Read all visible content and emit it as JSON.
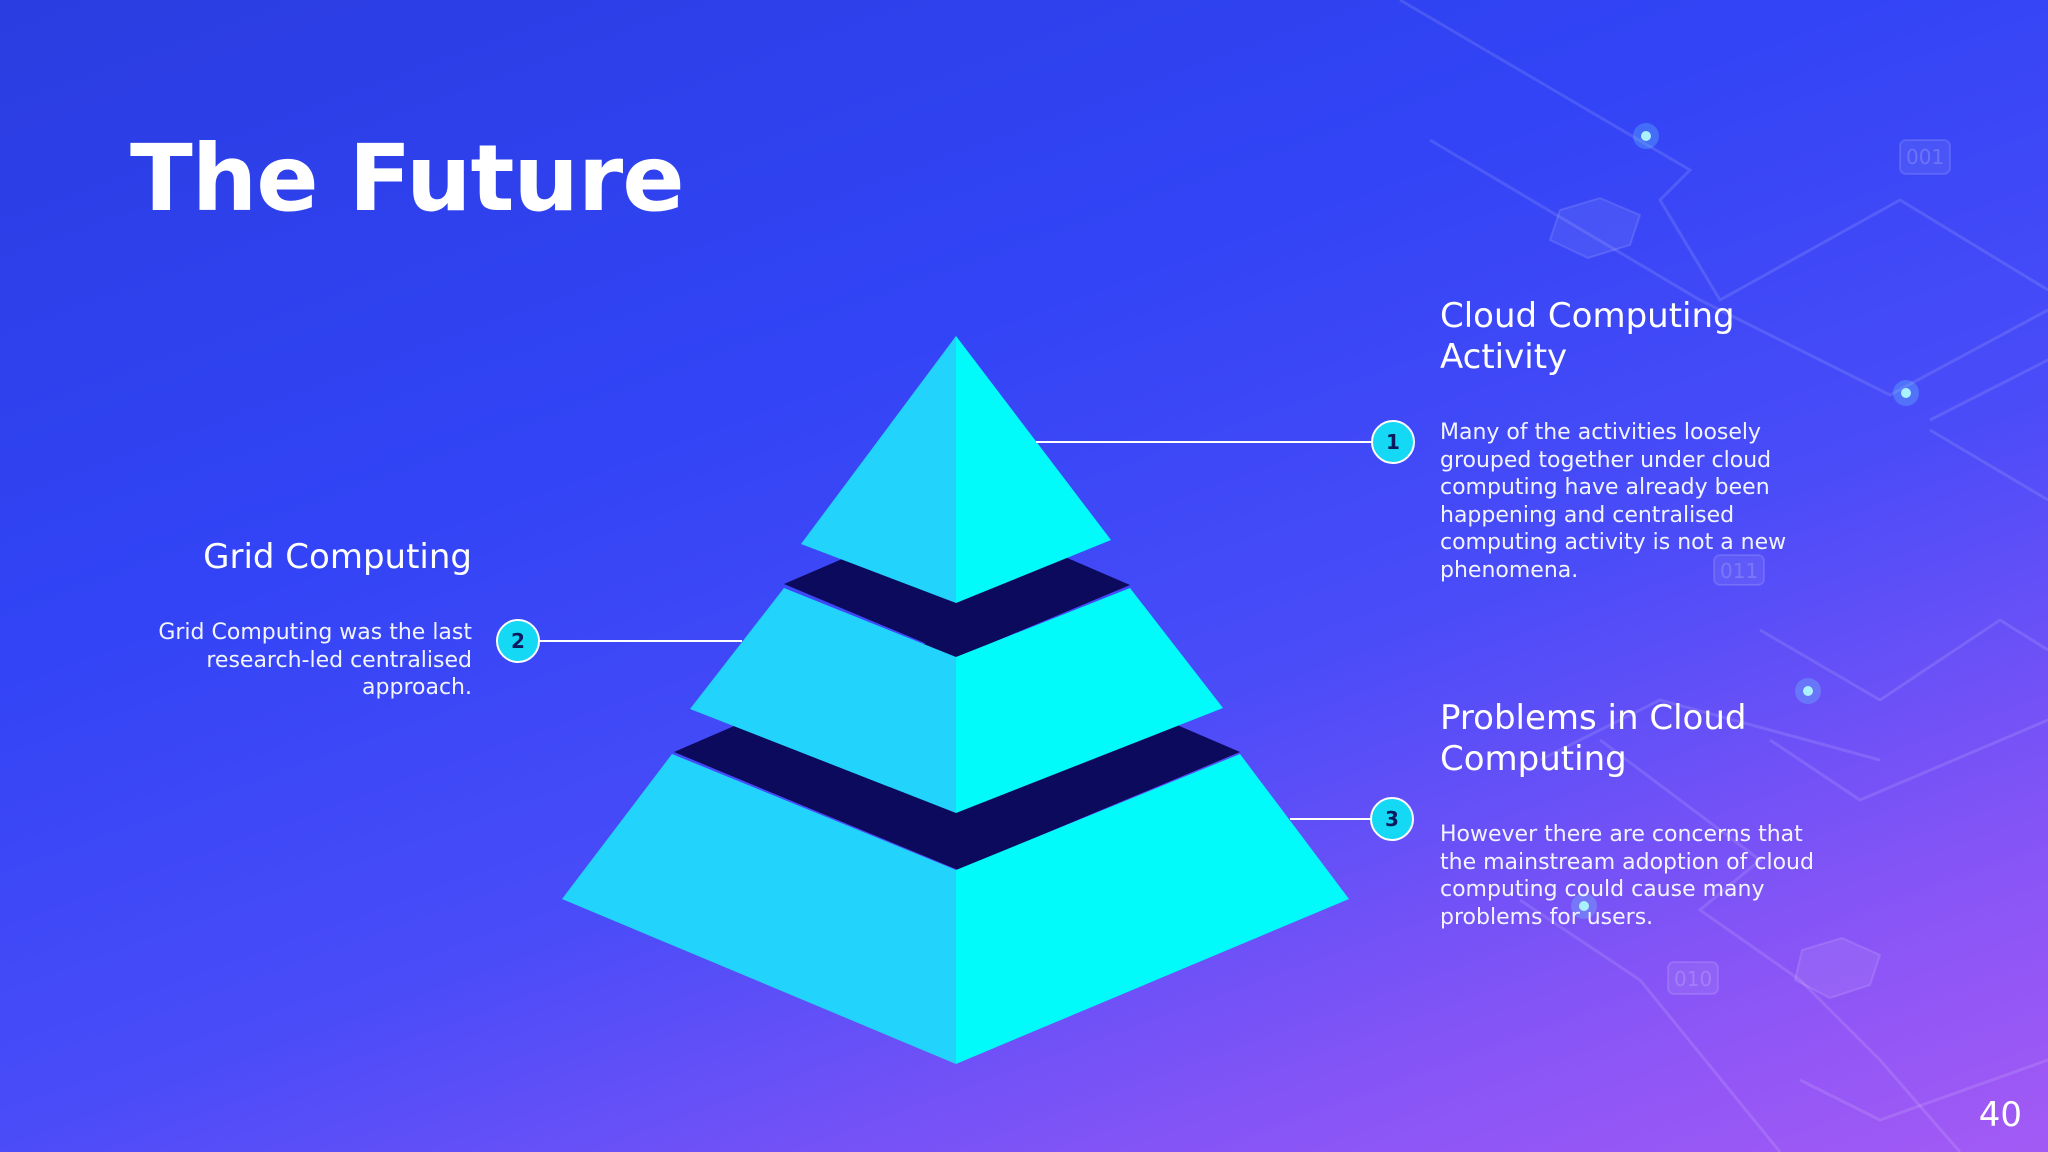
{
  "slide": {
    "title": "The Future",
    "page_number": "40"
  },
  "items": [
    {
      "number": "1",
      "heading_line1": "Cloud Computing",
      "heading_line2": "Activity",
      "body": "Many of the activities loosely grouped together under cloud computing have already been happening and centralised computing activity is not a new phenomena."
    },
    {
      "number": "2",
      "heading": "Grid Computing",
      "body": "Grid Computing was the last research-led centralised approach."
    },
    {
      "number": "3",
      "heading_line1": "Problems in Cloud",
      "heading_line2": "Computing",
      "body": "However there are concerns that the mainstream adoption of cloud computing could cause many problems for users."
    }
  ],
  "background_labels": [
    "001",
    "011",
    "010"
  ],
  "colors": {
    "pyramid_left": "#22d4fb",
    "pyramid_right": "#00fbfa",
    "pyramid_gap": "#0b0a5c",
    "badge": "#14d8f4"
  }
}
